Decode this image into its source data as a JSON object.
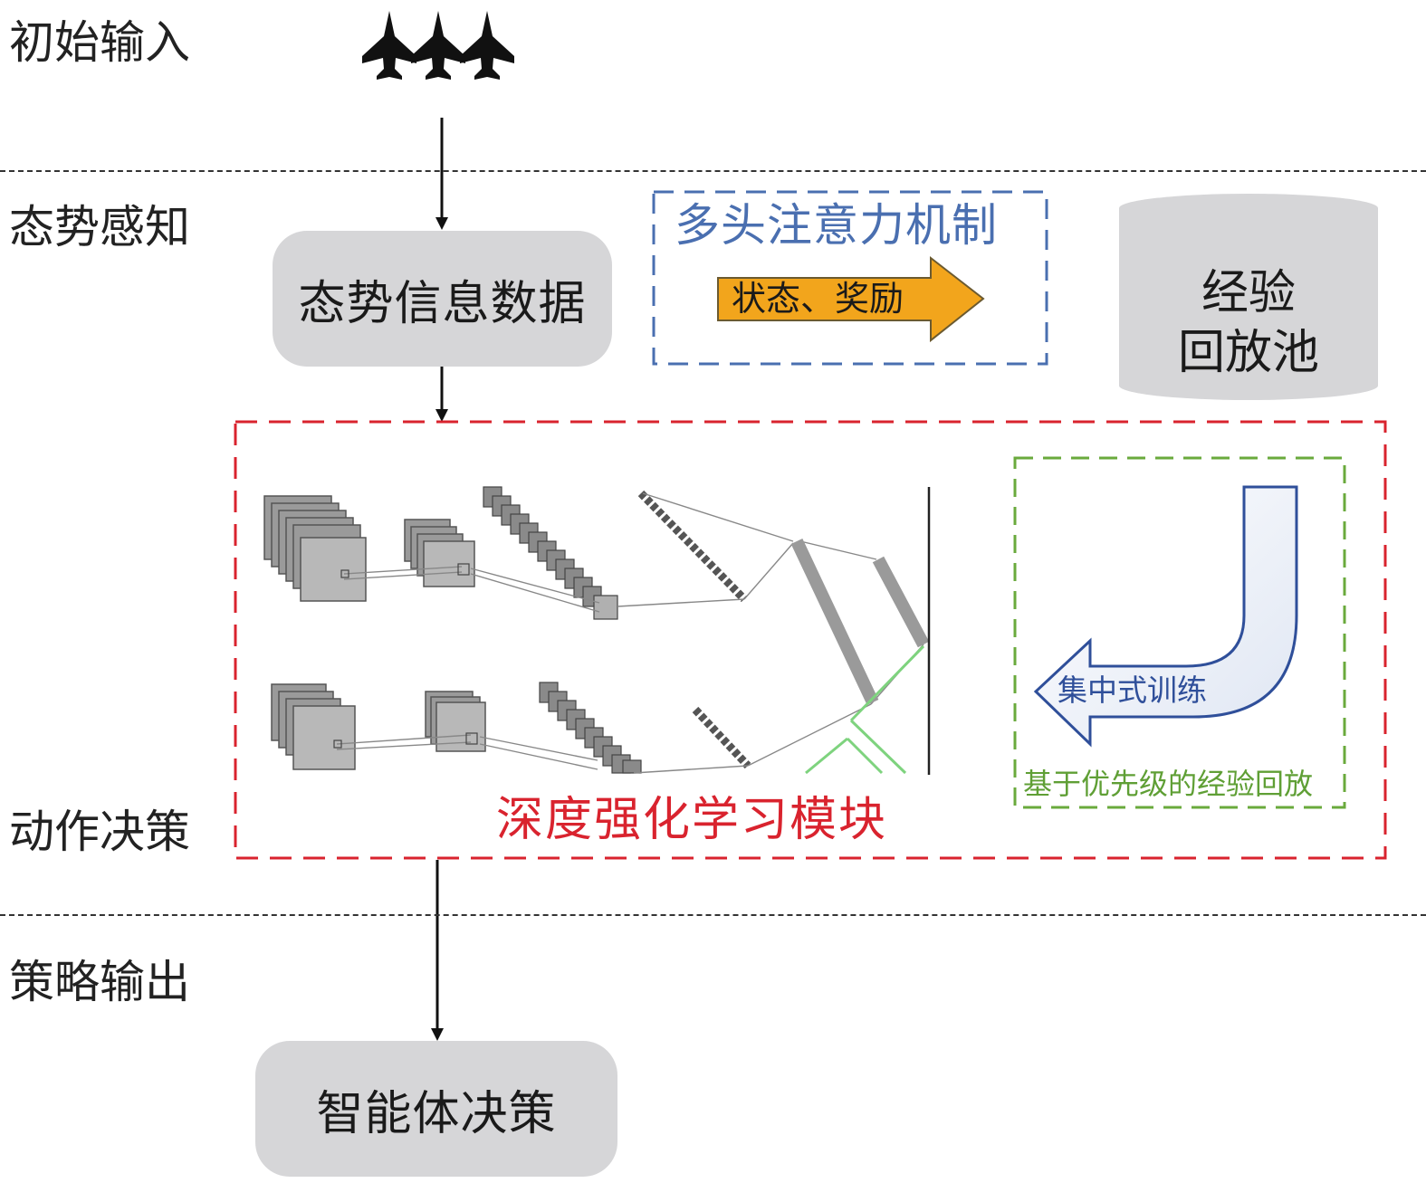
{
  "stages": {
    "initial_input": "初始输入",
    "situation_awareness": "态势感知",
    "action_decision": "动作决策",
    "policy_output": "策略输出"
  },
  "boxes": {
    "situation_data": "态势信息数据",
    "agent_decision": "智能体决策",
    "replay_pool_line1": "经验",
    "replay_pool_line2": "回放池"
  },
  "attention": {
    "title": "多头注意力机制",
    "arrow_label": "状态、奖励"
  },
  "drl_module": {
    "title": "深度强化学习模块"
  },
  "training": {
    "arrow_label": "集中式训练",
    "box_label": "基于优先级的经验回放"
  },
  "colors": {
    "drl_border": "#d9232e",
    "attention_border": "#4a6fb0",
    "attention_title": "#4a6fb0",
    "training_border": "#6aaa3c",
    "training_label": "#5f9f35",
    "orange_arrow": "#f2a51c",
    "gray_box": "#d6d6d8"
  },
  "icons": [
    "fighter-jet-icon",
    "fighter-jet-icon",
    "fighter-jet-icon"
  ]
}
